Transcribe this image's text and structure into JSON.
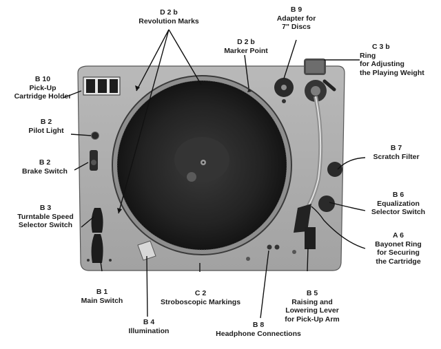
{
  "labels": {
    "d2b_rev": {
      "code": "D 2 b",
      "text": [
        "Revolution Marks"
      ]
    },
    "b9": {
      "code": "B 9",
      "text": [
        "Adapter for",
        "7\" Discs"
      ]
    },
    "d2b_marker": {
      "code": "D 2 b",
      "text": [
        "Marker Point"
      ]
    },
    "c3b": {
      "code": "C 3 b",
      "text": [
        "Ring",
        "for Adjusting",
        "the Playing Weight"
      ]
    },
    "b10": {
      "code": "B 10",
      "text": [
        "Pick-Up",
        "Cartridge Holder"
      ]
    },
    "b2_pilot": {
      "code": "B 2",
      "text": [
        "Pilot Light"
      ]
    },
    "b2_brake": {
      "code": "B 2",
      "text": [
        "Brake Switch"
      ]
    },
    "b7": {
      "code": "B 7",
      "text": [
        "Scratch Filter"
      ]
    },
    "b3": {
      "code": "B 3",
      "text": [
        "Turntable Speed",
        "Selector Switch"
      ]
    },
    "b6": {
      "code": "B 6",
      "text": [
        "Equalization",
        "Selector Switch"
      ]
    },
    "a6": {
      "code": "A 6",
      "text": [
        "Bayonet Ring",
        "for Securing",
        "the Cartridge"
      ]
    },
    "b1": {
      "code": "B 1",
      "text": [
        "Main Switch"
      ]
    },
    "c2": {
      "code": "C 2",
      "text": [
        "Stroboscopic Markings"
      ]
    },
    "b5": {
      "code": "B 5",
      "text": [
        "Raising and",
        "Lowering Lever",
        "for Pick-Up Arm"
      ]
    },
    "b4": {
      "code": "B 4",
      "text": [
        "Illumination"
      ]
    },
    "b8": {
      "code": "B 8",
      "text": [
        "Headphone Connections"
      ]
    }
  }
}
